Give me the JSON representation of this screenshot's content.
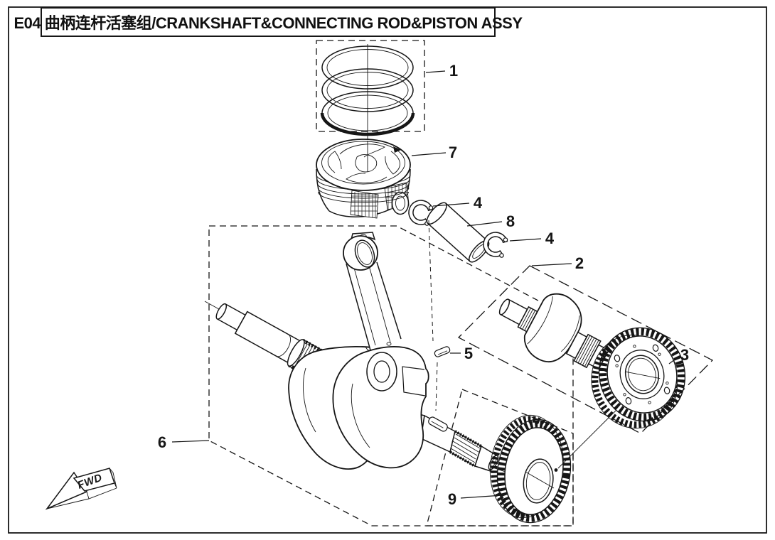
{
  "page": {
    "type": "exploded-parts-diagram",
    "background": "#ffffff",
    "line_color": "#161616"
  },
  "header": {
    "title": "E04 曲柄连杆活塞组/CRANKSHAFT&CONNECTING ROD&PISTON ASSY",
    "code": "E04",
    "title_zh": "曲柄连杆活塞组",
    "title_en": "CRANKSHAFT&CONNECTING ROD&PISTON ASSY"
  },
  "callouts": [
    {
      "ref": "1",
      "part": "piston ring set"
    },
    {
      "ref": "7",
      "part": "piston"
    },
    {
      "ref": "4",
      "part": "piston pin circlip (left)"
    },
    {
      "ref": "8",
      "part": "piston pin"
    },
    {
      "ref": "4",
      "part": "piston pin circlip (right)"
    },
    {
      "ref": "2",
      "part": "balance shaft"
    },
    {
      "ref": "3",
      "part": "balance shaft driven gear"
    },
    {
      "ref": "5",
      "part": "woodruff key"
    },
    {
      "ref": "6",
      "part": "crankshaft & connecting rod assy"
    },
    {
      "ref": "9",
      "part": "crankshaft drive gear"
    }
  ],
  "direction_marker": {
    "label": "FWD"
  }
}
